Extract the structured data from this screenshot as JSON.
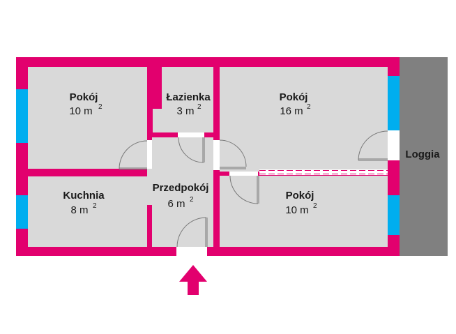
{
  "colors": {
    "wall": "#e2006e",
    "floor": "#d9d9d9",
    "window": "#00aeef",
    "loggia": "#808080",
    "door_opening": "#ffffff",
    "text": "#1a1a1a"
  },
  "rooms": [
    {
      "id": "pokoj-1",
      "name": "Pokój",
      "area": "10 m",
      "unit_sup": "2"
    },
    {
      "id": "lazienka",
      "name": "Łazienka",
      "area": "3 m",
      "unit_sup": "2"
    },
    {
      "id": "pokoj-2",
      "name": "Pokój",
      "area": "16 m",
      "unit_sup": "2"
    },
    {
      "id": "kuchnia",
      "name": "Kuchnia",
      "area": "8 m",
      "unit_sup": "2"
    },
    {
      "id": "przedpokoj",
      "name": "Przedpokój",
      "area": "6 m",
      "unit_sup": "2"
    },
    {
      "id": "pokoj-3",
      "name": "Pokój",
      "area": "10 m",
      "unit_sup": "2"
    }
  ],
  "loggia": {
    "name": "Loggia"
  },
  "entrance": {
    "icon": "entrance-arrow-icon"
  }
}
